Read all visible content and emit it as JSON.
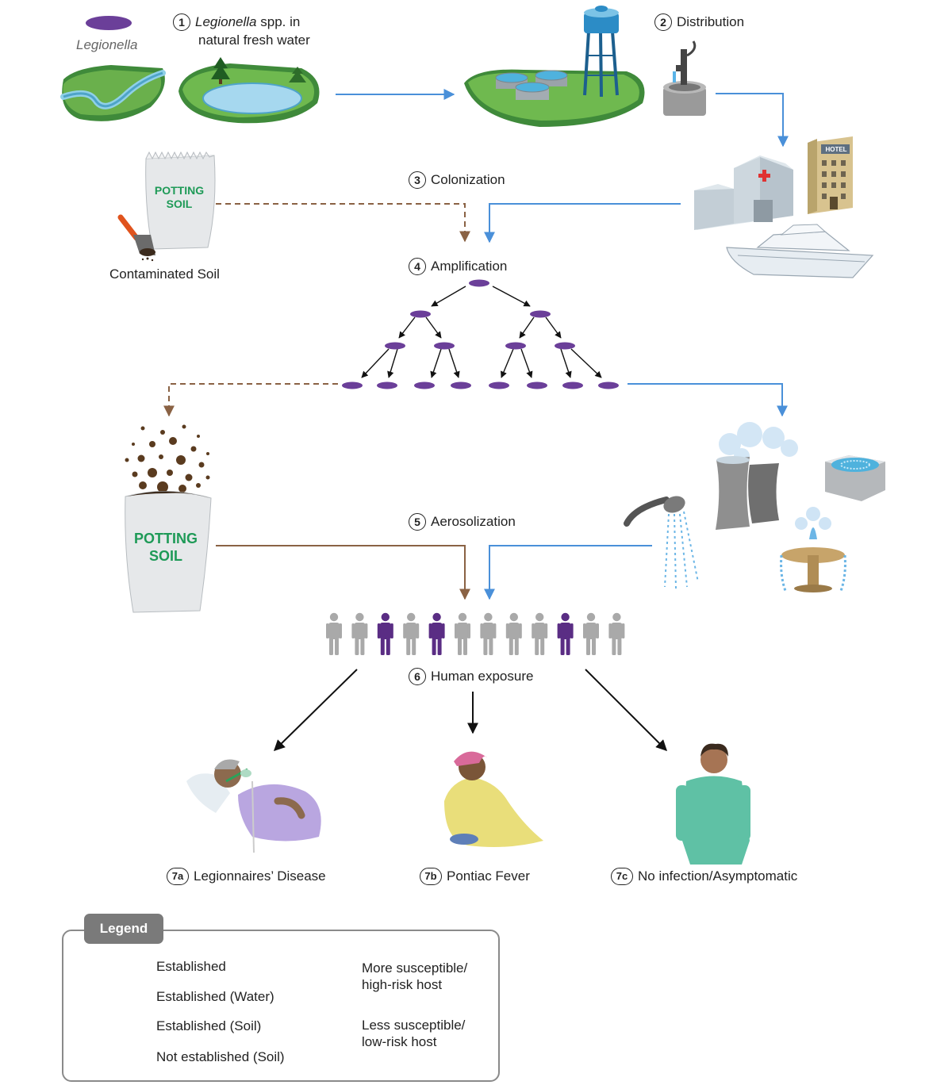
{
  "top": {
    "legionella_label": "Legionella",
    "step1_num": "1",
    "step1_line1_italic": "Legionella",
    "step1_line1_rest": " spp. in",
    "step1_line2": "natural fresh water",
    "step2_num": "2",
    "step2": "Distribution"
  },
  "soil": {
    "bag_label_1": "POTTING",
    "bag_label_2": "SOIL",
    "caption": "Contaminated Soil"
  },
  "hotel_sign": "HOTEL",
  "steps": {
    "colonization_num": "3",
    "colonization": "Colonization",
    "amplification_num": "4",
    "amplification": "Amplification",
    "aerosolization_num": "5",
    "aerosolization": "Aerosolization",
    "exposure_num": "6",
    "exposure": "Human exposure"
  },
  "outcomes": {
    "a_num": "7a",
    "a": "Legionnaires’ Disease",
    "b_num": "7b",
    "b": "Pontiac Fever",
    "c_num": "7c",
    "c": "No infection/Asymptomatic"
  },
  "crowd": [
    "low",
    "low",
    "high",
    "low",
    "high",
    "low",
    "low",
    "low",
    "low",
    "high",
    "low",
    "low"
  ],
  "legend": {
    "title": "Legend",
    "established": "Established",
    "established_water": "Established (Water)",
    "established_soil": "Established (Soil)",
    "not_established_soil": "Not established (Soil)",
    "high_risk_1": "More susceptible/",
    "high_risk_2": "high-risk host",
    "low_risk_1": "Less susceptible/",
    "low_risk_2": "low-risk host"
  },
  "colors": {
    "established": "#111111",
    "water": "#4a90d9",
    "soil": "#8a6244",
    "bacteria": "#6b3f99",
    "high_risk": "#5a2d84",
    "low_risk": "#a9a9a9"
  }
}
